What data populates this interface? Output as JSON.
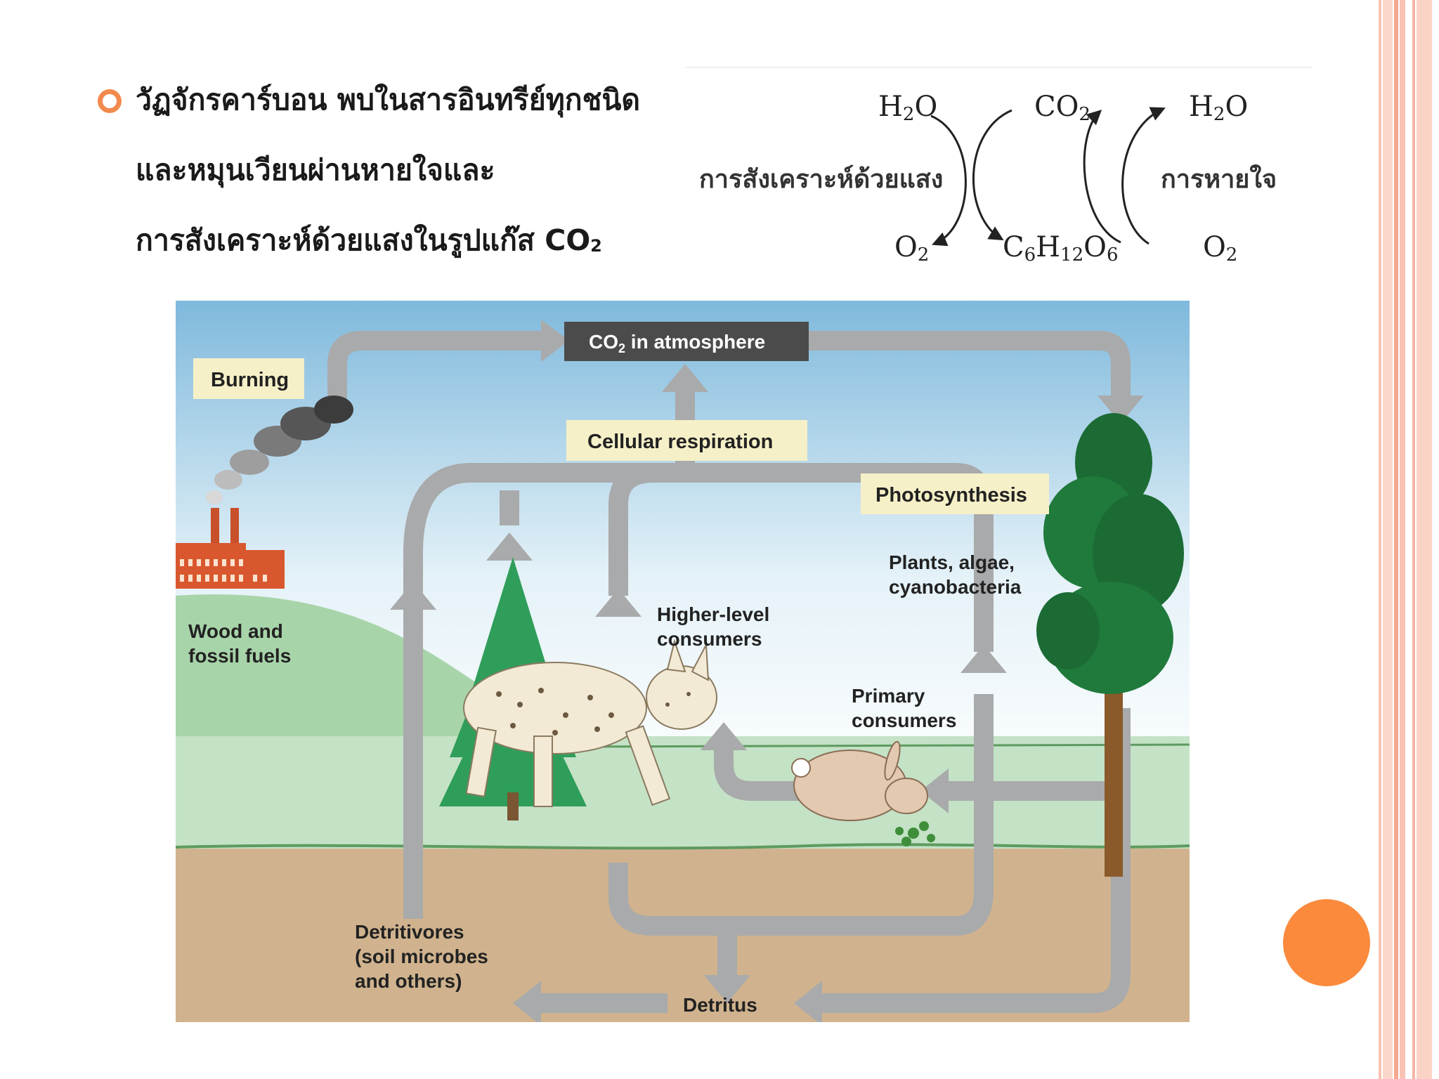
{
  "slide": {
    "bullet_lines": [
      "วัฏจักรคาร์บอน พบในสารอินทรีย์ทุกชนิด",
      "และหมุนเวียนผ่านหายใจและ",
      "การสังเคราะห์ด้วยแสงในรูปแก๊ส CO"
    ],
    "co2_subscript": "2"
  },
  "equation_cycle": {
    "h2o_left": "H",
    "h2o_left_sub": "2",
    "h2o_left_end": "O",
    "co2": "CO",
    "co2_sub": "2",
    "h2o_right": "H",
    "h2o_right_sub": "2",
    "h2o_right_end": "O",
    "photosynthesis_label": "การสังเคราะห์ด้วยแสง",
    "respiration_label": "การหายใจ",
    "o2_left": "O",
    "o2_left_sub": "2",
    "glucose_c": "C",
    "glucose_c_sub": "6",
    "glucose_h": "H",
    "glucose_h_sub": "12",
    "glucose_o": "O",
    "glucose_o_sub": "6",
    "o2_right": "O",
    "o2_right_sub": "2"
  },
  "carbon_diagram": {
    "co2_atmosphere": "CO",
    "co2_atmosphere_sub": "2",
    "co2_atmosphere_rest": " in atmosphere",
    "burning": "Burning",
    "cellular_respiration": "Cellular respiration",
    "photosynthesis": "Photosynthesis",
    "plants_line1": "Plants, algae,",
    "plants_line2": "cyanobacteria",
    "wood_line1": "Wood and",
    "wood_line2": "fossil fuels",
    "higher_line1": "Higher-level",
    "higher_line2": "consumers",
    "primary_line1": "Primary",
    "primary_line2": "consumers",
    "detritivores_line1": "Detritivores",
    "detritivores_line2": "(soil microbes",
    "detritivores_line3": "and others)",
    "detritus": "Detritus"
  },
  "colors": {
    "accent_orange": "#fb8a3d",
    "edge_salmon": "#f5b7a5",
    "arrow_gray": "#a9aaab",
    "sky_top": "#7fb9dc",
    "hill_green": "#a8d4a9",
    "soil": "#d0b38e",
    "label_box": "#f6f0c8",
    "dark_box": "#4b4b4b"
  }
}
